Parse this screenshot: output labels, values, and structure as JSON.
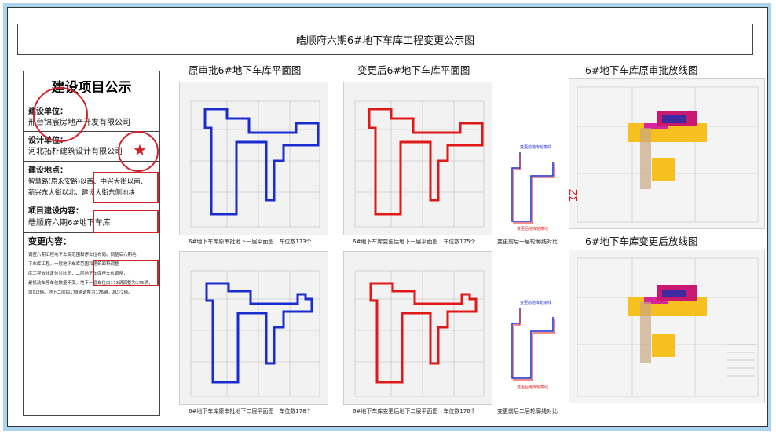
{
  "title": "皓顺府六期6#地下车库工程变更公示图",
  "notice": {
    "heading": "建设项目公示",
    "builder_label": "建设单位：",
    "builder": "邢台锦宸房地产开发有限公司",
    "designer_label": "设计单位：",
    "designer": "河北拓朴建筑设计有限公司",
    "location_label": "建设地点：",
    "location_line1": "智慧路(原永安路)以西、中兴大街以南、",
    "location_line2": "新兴东大街以北、建设大街东侧地块",
    "project_label": "项目建设内容：",
    "project": "皓顺府六期6#地下车库",
    "change_label": "变更内容：",
    "change_lines": [
      "调整六期工程地下车库范围和停车位布局。调整后六期地",
      "下车库工程。一层地下车库范围和建筑面积调整",
      "库工程放线定位对比图；二层地下车库停车位调整，",
      "是机动车停车位数量不变。地下一层车位由173辆调整为175辆，",
      "增加2辆。地下二层由178辆调整为176辆，减少2辆。"
    ]
  },
  "columns": {
    "original": "原审批6#地下车库平面图",
    "changed": "变更后6#地下车库平面图",
    "site_original": "6#地下车库原审批放线图",
    "site_changed": "6#地下车库变更后放线图"
  },
  "captions": {
    "orig_b1": "6#地下车库原审批地下一层平面图　车位数173个",
    "chg_b1": "6#地下车库变更后地下一层平面图　车位数175个",
    "cmp_b1": "变更前后一层轮廓线对比",
    "orig_b2": "6#地下车库原审批地下二层平面图　车位数178个",
    "chg_b2": "6#地下车库变更后地下二层平面图　车位数176个",
    "cmp_b2": "变更前后二层轮廓线对比"
  },
  "outline_labels": {
    "before_b1": "变更前地库轮廓线",
    "after_b1": "变更后地库轮廓线",
    "before_b2": "变更前地库轮廓线",
    "after_b2": "变更后地库轮廓线"
  },
  "colors": {
    "border": "#a9d4ee",
    "original": "#1a2ccf",
    "changed": "#e01818",
    "stamp": "#d2232a"
  }
}
